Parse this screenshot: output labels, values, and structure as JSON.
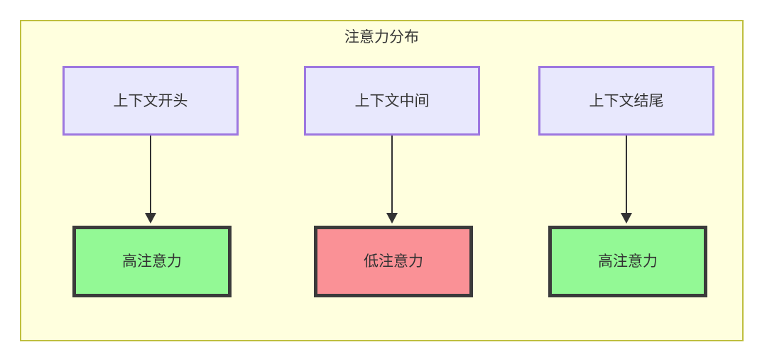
{
  "diagram": {
    "title": "注意力分布",
    "container": {
      "fill": "#ffffde",
      "border": "#bfbf3f"
    },
    "nodes": {
      "context": [
        {
          "id": "ctx-start",
          "label": "上下文开头",
          "fill": "#e8e8fd",
          "border": "#9d77e0"
        },
        {
          "id": "ctx-middle",
          "label": "上下文中间",
          "fill": "#e8e8fd",
          "border": "#9d77e0"
        },
        {
          "id": "ctx-end",
          "label": "上下文结尾",
          "fill": "#e8e8fd",
          "border": "#9d77e0"
        }
      ],
      "outcome": [
        {
          "id": "out-start",
          "label": "高注意力",
          "fill": "#93f995",
          "border": "#3b3b3b"
        },
        {
          "id": "out-middle",
          "label": "低注意力",
          "fill": "#fa9196",
          "border": "#3b3b3b"
        },
        {
          "id": "out-end",
          "label": "高注意力",
          "fill": "#93f995",
          "border": "#3b3b3b"
        }
      ]
    },
    "edges": [
      {
        "from": "上下文开头",
        "to": "高注意力"
      },
      {
        "from": "上下文中间",
        "to": "低注意力"
      },
      {
        "from": "上下文结尾",
        "to": "高注意力"
      }
    ],
    "text_color": "#333333"
  }
}
